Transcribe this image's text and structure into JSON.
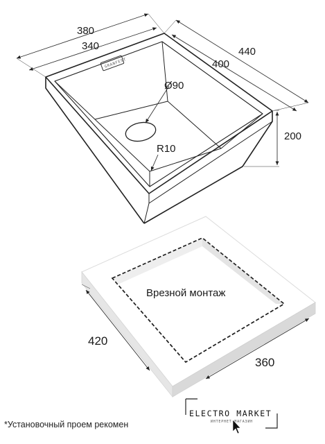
{
  "sink_diagram": {
    "dimensions": {
      "outer_width": "380",
      "inner_width": "340",
      "outer_depth": "440",
      "inner_depth": "400",
      "height": "200",
      "drain_diameter": "Ø90",
      "corner_radius": "R10"
    },
    "brand_plate": "GRANFEST"
  },
  "cutout_diagram": {
    "title": "Врезной монтаж",
    "length": "420",
    "width": "360"
  },
  "footnote": "*Установочный проем рекомен",
  "logo": {
    "name": "ELECTRO MARKET",
    "tagline": "ИНТЕРНЕТ-МАГАЗИН"
  }
}
